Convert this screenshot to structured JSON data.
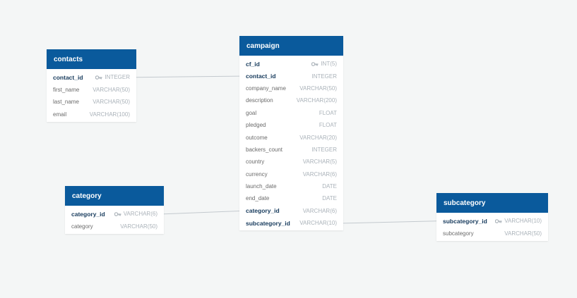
{
  "tables": {
    "contacts": {
      "title": "contacts",
      "columns": [
        {
          "name": "contact_id",
          "type": "INTEGER",
          "key": true,
          "pk": true
        },
        {
          "name": "first_name",
          "type": "VARCHAR(50)",
          "key": false,
          "pk": false
        },
        {
          "name": "last_name",
          "type": "VARCHAR(50)",
          "key": false,
          "pk": false
        },
        {
          "name": "email",
          "type": "VARCHAR(100)",
          "key": false,
          "pk": false
        }
      ]
    },
    "campaign": {
      "title": "campaign",
      "columns": [
        {
          "name": "cf_id",
          "type": "INT(5)",
          "key": true,
          "pk": true
        },
        {
          "name": "contact_id",
          "type": "INTEGER",
          "key": true,
          "pk": false
        },
        {
          "name": "company_name",
          "type": "VARCHAR(50)",
          "key": false,
          "pk": false
        },
        {
          "name": "description",
          "type": "VARCHAR(200)",
          "key": false,
          "pk": false
        },
        {
          "name": "goal",
          "type": "FLOAT",
          "key": false,
          "pk": false
        },
        {
          "name": "pledged",
          "type": "FLOAT",
          "key": false,
          "pk": false
        },
        {
          "name": "outcome",
          "type": "VARCHAR(20)",
          "key": false,
          "pk": false
        },
        {
          "name": "backers_count",
          "type": "INTEGER",
          "key": false,
          "pk": false
        },
        {
          "name": "country",
          "type": "VARCHAR(5)",
          "key": false,
          "pk": false
        },
        {
          "name": "currency",
          "type": "VARCHAR(6)",
          "key": false,
          "pk": false
        },
        {
          "name": "launch_date",
          "type": "DATE",
          "key": false,
          "pk": false
        },
        {
          "name": "end_date",
          "type": "DATE",
          "key": false,
          "pk": false
        },
        {
          "name": "category_id",
          "type": "VARCHAR(6)",
          "key": true,
          "pk": false
        },
        {
          "name": "subcategory_id",
          "type": "VARCHAR(10)",
          "key": true,
          "pk": false
        }
      ]
    },
    "category": {
      "title": "category",
      "columns": [
        {
          "name": "category_id",
          "type": "VARCHAR(6)",
          "key": true,
          "pk": true
        },
        {
          "name": "category",
          "type": "VARCHAR(50)",
          "key": false,
          "pk": false
        }
      ]
    },
    "subcategory": {
      "title": "subcategory",
      "columns": [
        {
          "name": "subcategory_id",
          "type": "VARCHAR(10)",
          "key": true,
          "pk": true
        },
        {
          "name": "subcategory",
          "type": "VARCHAR(50)",
          "key": false,
          "pk": false
        }
      ]
    }
  },
  "colors": {
    "background": "#f4f6f6",
    "header": "#0a5a9c",
    "link": "#c3c9ce",
    "key_text": "#163a5c",
    "type_text": "#aab2b9"
  },
  "relationships": [
    {
      "from": "contacts.contact_id",
      "to": "campaign.contact_id",
      "from_end": "one",
      "to_end": "one"
    },
    {
      "from": "category.category_id",
      "to": "campaign.category_id",
      "from_end": "one",
      "to_end": "many"
    },
    {
      "from": "campaign.subcategory_id",
      "to": "subcategory.subcategory_id",
      "from_end": "many",
      "to_end": "one"
    }
  ]
}
